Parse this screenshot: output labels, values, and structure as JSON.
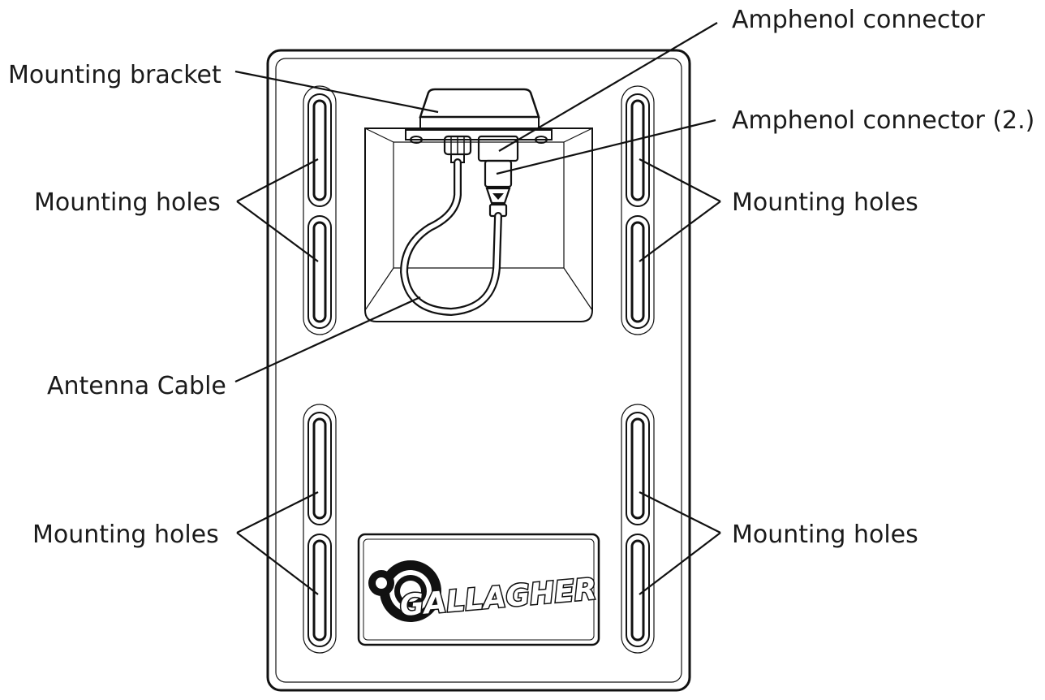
{
  "diagram": {
    "labels": {
      "mounting_bracket": "Mounting bracket",
      "amphenol_connector": "Amphenol connector",
      "amphenol_connector_2": "Amphenol connector (2.)",
      "mounting_holes_top_left": "Mounting holes",
      "mounting_holes_top_right": "Mounting holes",
      "antenna_cable": "Antenna Cable",
      "mounting_holes_bottom_left": "Mounting holes",
      "mounting_holes_bottom_right": "Mounting holes"
    },
    "logo_text": "GALLAGHER"
  }
}
